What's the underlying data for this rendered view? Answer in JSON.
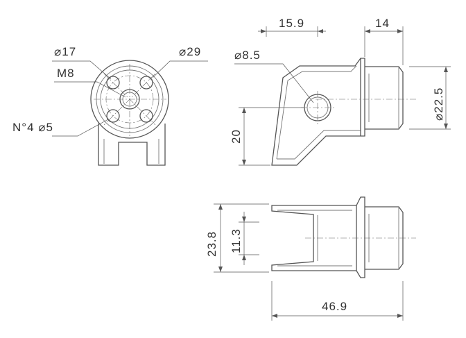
{
  "labels": {
    "phi17": "⌀17",
    "phi29": "⌀29",
    "m8": "M8",
    "holes": "N°4 ⌀5",
    "phi8_5": "⌀8.5",
    "d15_9": "15.9",
    "d14": "14",
    "phi22_5": "⌀22.5",
    "d20": "20",
    "d23_8": "23.8",
    "d11_3": "11.3",
    "d46_9": "46.9"
  },
  "colors": {
    "line": "#555555",
    "text": "#333333",
    "background": "#ffffff"
  }
}
